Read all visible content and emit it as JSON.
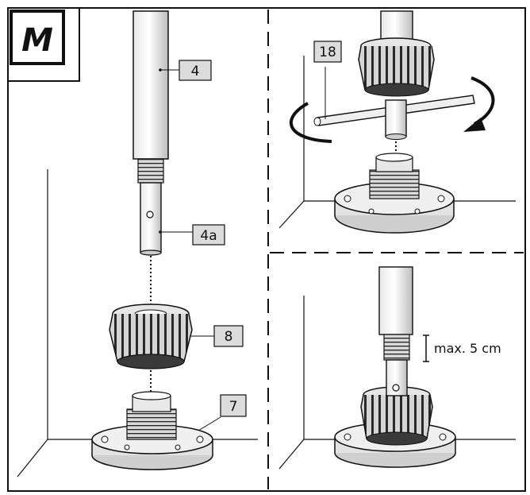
{
  "step_label": "M",
  "callouts": {
    "rod": "4",
    "rod_end": "4a",
    "nut": "8",
    "base": "7",
    "key": "18"
  },
  "measurement": "max. 5 cm"
}
